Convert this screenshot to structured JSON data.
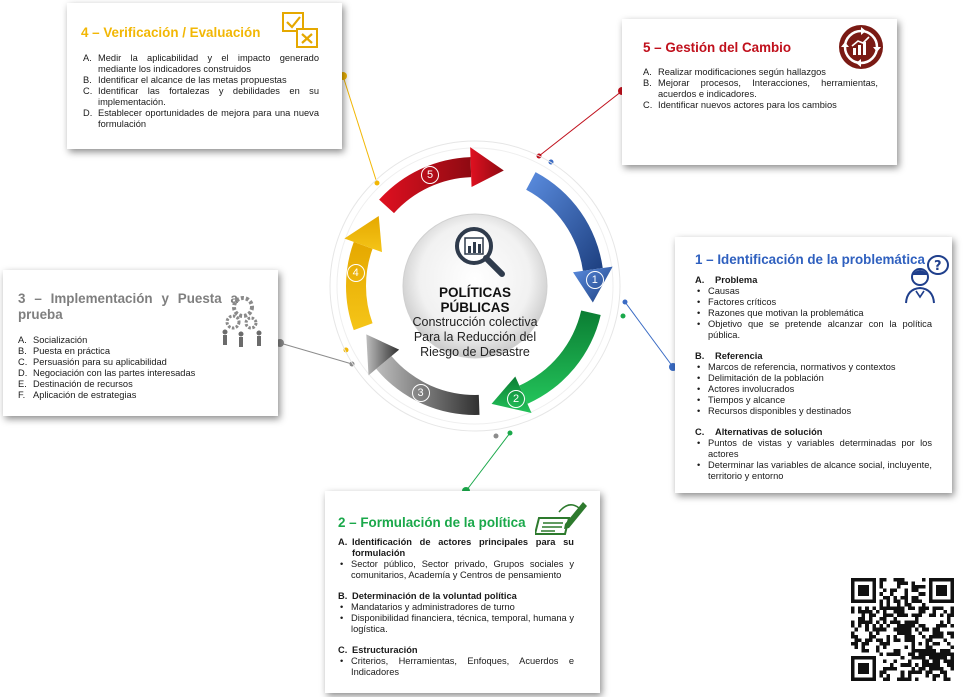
{
  "center": {
    "title": "POLÍTICAS PÚBLICAS",
    "line1": "Construcción colectiva",
    "line2": "Para la Reducción del",
    "line3": "Riesgo de Desastre"
  },
  "steps": [
    "1",
    "2",
    "3",
    "4",
    "5"
  ],
  "colors": {
    "step1": "#3a6bc4",
    "step2": "#1aa84a",
    "step3": "#8c8c8c",
    "step4": "#f2b705",
    "step5": "#c0101c"
  },
  "box4": {
    "title": "4 – Verificación / Evaluación",
    "items": [
      {
        "mark": "A.",
        "text": "Medir la aplicabilidad y el impacto generado mediante los indicadores construidos"
      },
      {
        "mark": "B.",
        "text": "Identificar el alcance de las metas propuestas"
      },
      {
        "mark": "C.",
        "text": "Identificar las fortalezas y debilidades en su implementación."
      },
      {
        "mark": "D.",
        "text": "Establecer oportunidades de mejora para una nueva formulación"
      }
    ]
  },
  "box5": {
    "title": "5 – Gestión del Cambio",
    "items": [
      {
        "mark": "A.",
        "text": "Realizar modificaciones según hallazgos"
      },
      {
        "mark": "B.",
        "text": "Mejorar procesos, Interacciones, herramientas, acuerdos e indicadores."
      },
      {
        "mark": "C.",
        "text": "Identificar nuevos actores para los cambios"
      }
    ]
  },
  "box3": {
    "title": "3 – Implementación y Puesta a prueba",
    "items": [
      {
        "mark": "A.",
        "text": "Socialización"
      },
      {
        "mark": "B.",
        "text": "Puesta en práctica"
      },
      {
        "mark": "C.",
        "text": "Persuasión para su aplicabilidad"
      },
      {
        "mark": "D.",
        "text": "Negociación con las partes interesadas"
      },
      {
        "mark": "E.",
        "text": "Destinación de recursos"
      },
      {
        "mark": "F.",
        "text": "Aplicación de estrategias"
      }
    ]
  },
  "box1": {
    "title": "1 – Identificación de la problemática",
    "sections": [
      {
        "mark": "A.",
        "label": "Problema",
        "bullets": [
          "Causas",
          "Factores críticos",
          "Razones que motivan la problemática",
          "Objetivo que se pretende alcanzar con la política pública."
        ]
      },
      {
        "mark": "B.",
        "label": "Referencia",
        "bullets": [
          "Marcos de referencia, normativos y contextos",
          "Delimitación de la población",
          "Actores involucrados",
          "Tiempos y alcance",
          "Recursos disponibles y destinados"
        ]
      },
      {
        "mark": "C.",
        "label": "Alternativas de solución",
        "bullets": [
          "Puntos de vistas y variables determinadas por los actores",
          "Determinar las variables de alcance social, incluyente, territorio y entorno"
        ]
      }
    ]
  },
  "box2": {
    "title": "2 – Formulación de la política",
    "sections": [
      {
        "mark": "A.",
        "label": "Identificación de actores principales para su formulación",
        "bullets": [
          "Sector público, Sector privado, Grupos sociales y comunitarios, Academía y Centros de pensamiento"
        ]
      },
      {
        "mark": "B.",
        "label": "Determinación de la voluntad política",
        "bullets": [
          "Mandatarios y administradores de turno",
          "Disponibilidad financiera, técnica, temporal, humana y logística."
        ]
      },
      {
        "mark": "C.",
        "label": "Estructuración",
        "bullets": [
          "Criterios, Herramientas, Enfoques,  Acuerdos e Indicadores"
        ]
      }
    ]
  }
}
